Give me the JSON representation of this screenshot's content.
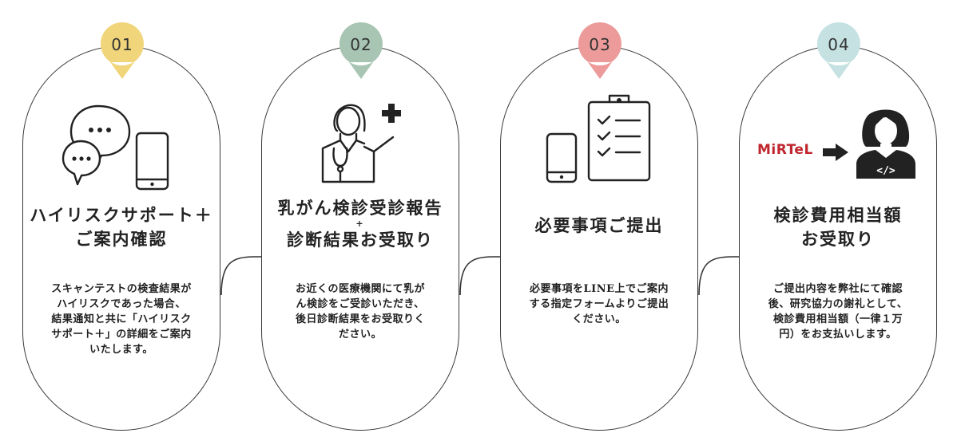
{
  "steps": [
    {
      "number": "01",
      "badge_color": "#f1d57a",
      "title_lines": [
        "ハイリスクサポート＋",
        "ご案内確認"
      ],
      "description_lines": [
        "スキャンテストの検査結果が",
        "ハイリスクであった場合、",
        "結果通知と共に「ハイリスク",
        "サポート＋」の詳細をご案内",
        "いたします。"
      ],
      "icon": "chat-bubbles-and-smartphone-icon"
    },
    {
      "number": "02",
      "badge_color": "#a7c5b2",
      "title_line1": "乳がん検診受診報告",
      "title_plus": "+",
      "title_line2": "診断結果お受取り",
      "description_lines": [
        "お近くの医療機関にて乳が",
        "ん検診をご受診いただき、",
        "後日診断結果をお受取りく",
        "ださい。"
      ],
      "icon": "female-doctor-icon"
    },
    {
      "number": "03",
      "badge_color": "#ec9a9a",
      "title_lines": [
        "必要事項ご提出"
      ],
      "description_lines": [
        "必要事項をLINE上でご案内",
        "する指定フォームよりご提出",
        "ください。"
      ],
      "icon": "smartphone-and-checklist-icon"
    },
    {
      "number": "04",
      "badge_color": "#c5e1e2",
      "title_lines": [
        "検診費用相当額",
        "お受取り"
      ],
      "description_lines": [
        "ご提出内容を弊社にて確認",
        "後、研究協力の謝礼として、",
        "検診費用相当額（一律１万",
        "円）をお支払いします。"
      ],
      "icon": "mirtel-to-person-icon",
      "logo_text": "MiRTeL",
      "logo_color": "#c0262d"
    }
  ]
}
